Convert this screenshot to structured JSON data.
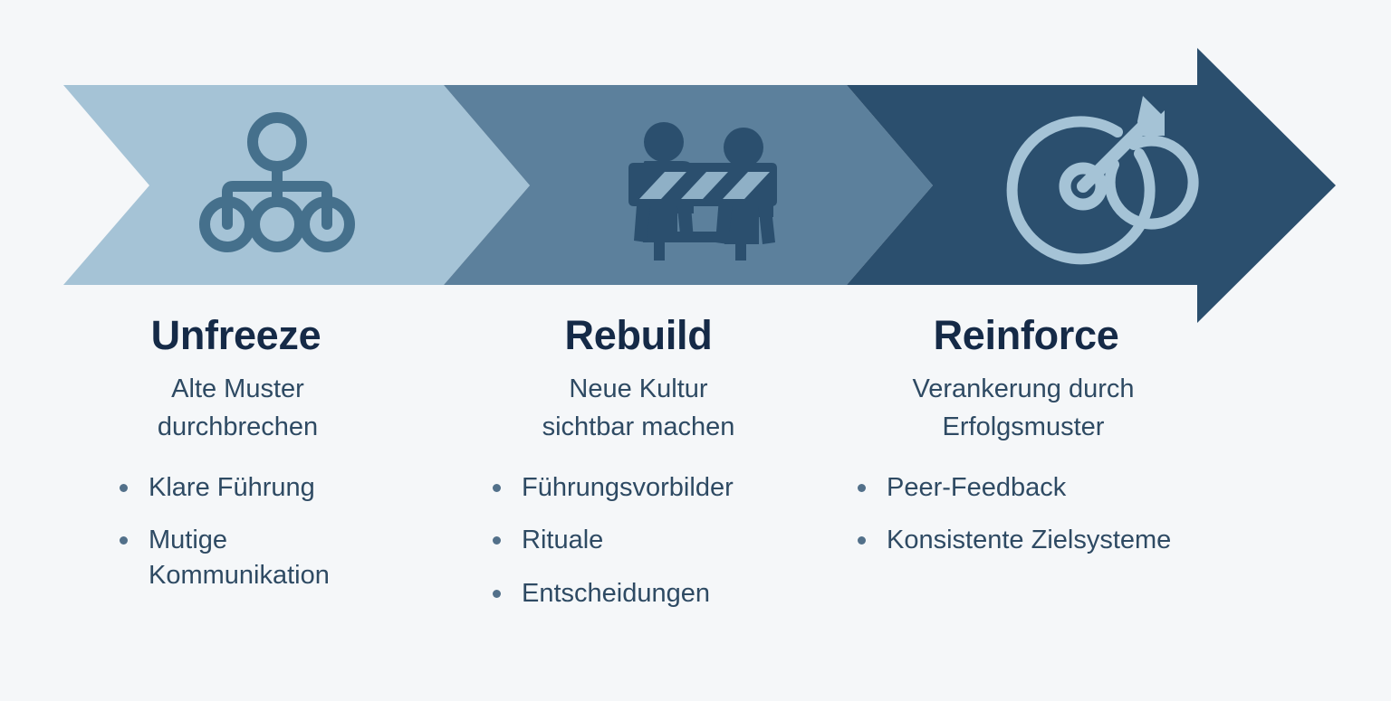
{
  "background_color": "#f5f7f9",
  "arrow": {
    "name": "three-stage-process-arrow",
    "segments": [
      {
        "id": "unfreeze",
        "fill": "#a5c3d6",
        "icon": "hierarchy-org-chart-icon",
        "icon_color": "#45708c"
      },
      {
        "id": "rebuild",
        "fill": "#5c809c",
        "icon": "construction-barrier-workers-icon",
        "icon_color": "#2b4f6e"
      },
      {
        "id": "reinforce",
        "fill": "#2b4f6e",
        "icon": "target-bullseye-arrow-icon",
        "icon_color": "#a5c3d6"
      }
    ]
  },
  "columns": [
    {
      "title": "Unfreeze",
      "subtitle": "Alte Muster\ndurchbrechen",
      "subtitle_line1": "Alte Muster",
      "subtitle_line2": "durchbrechen",
      "bullets": [
        "Klare Führung",
        "Mutige Kommunikation"
      ]
    },
    {
      "title": "Rebuild",
      "subtitle": "Neue Kultur\nsichtbar machen",
      "subtitle_line1": "Neue Kultur",
      "subtitle_line2": "sichtbar machen",
      "bullets": [
        "Führungsvorbilder",
        "Rituale",
        "Entscheidungen"
      ]
    },
    {
      "title": "Reinforce",
      "subtitle": "Verankerung durch\nErfolgsmuster",
      "subtitle_line1": "Verankerung durch",
      "subtitle_line2": "Erfolgsmuster",
      "bullets": [
        "Peer-Feedback",
        "Konsistente Zielsysteme"
      ]
    }
  ],
  "colors": {
    "title_text": "#152a47",
    "body_text": "#2e4a63",
    "bullet_dot": "#52708a",
    "stage1": "#a5c3d6",
    "stage2": "#5c809c",
    "stage3": "#2b4f6e"
  }
}
